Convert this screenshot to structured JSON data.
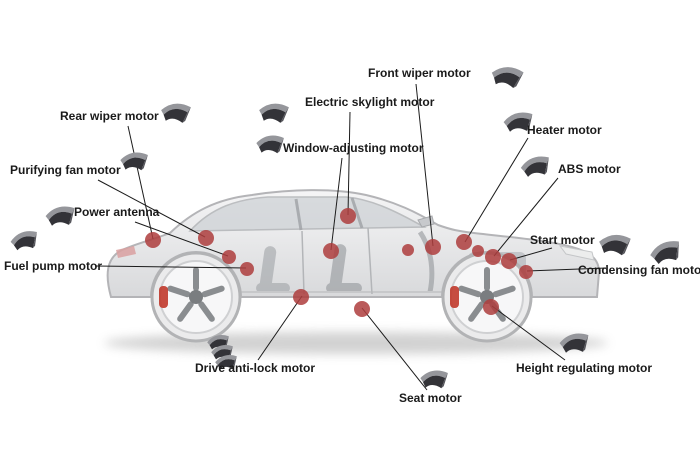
{
  "labels": [
    {
      "id": "front-wiper-motor",
      "text": "Front wiper motor"
    },
    {
      "id": "electric-skylight-motor",
      "text": "Electric skylight motor"
    },
    {
      "id": "window-adjusting-motor",
      "text": "Window-adjusting motor"
    },
    {
      "id": "heater-motor",
      "text": "Heater motor"
    },
    {
      "id": "abs-motor",
      "text": "ABS motor"
    },
    {
      "id": "rear-wiper-motor",
      "text": "Rear wiper motor"
    },
    {
      "id": "purifying-fan-motor",
      "text": "Purifying fan motor"
    },
    {
      "id": "power-antenna",
      "text": "Power antenna"
    },
    {
      "id": "fuel-pump-motor",
      "text": "Fuel pump motor"
    },
    {
      "id": "start-motor",
      "text": "Start motor"
    },
    {
      "id": "condensing-fan-motor",
      "text": "Condensing fan motor"
    },
    {
      "id": "height-regulating-motor",
      "text": "Height regulating motor"
    },
    {
      "id": "seat-motor",
      "text": "Seat motor"
    },
    {
      "id": "drive-anti-lock-motor",
      "text": "Drive anti-lock motor"
    }
  ],
  "icons": {
    "magnet": "magnet-icon",
    "magnet_stack": "magnet-stack-icon"
  },
  "colors": {
    "dot": "#ae3e3e",
    "line": "#1b1b1b",
    "label_text": "#1a1a1a",
    "magnet_dark": "#333338",
    "magnet_light": "#95969b"
  }
}
